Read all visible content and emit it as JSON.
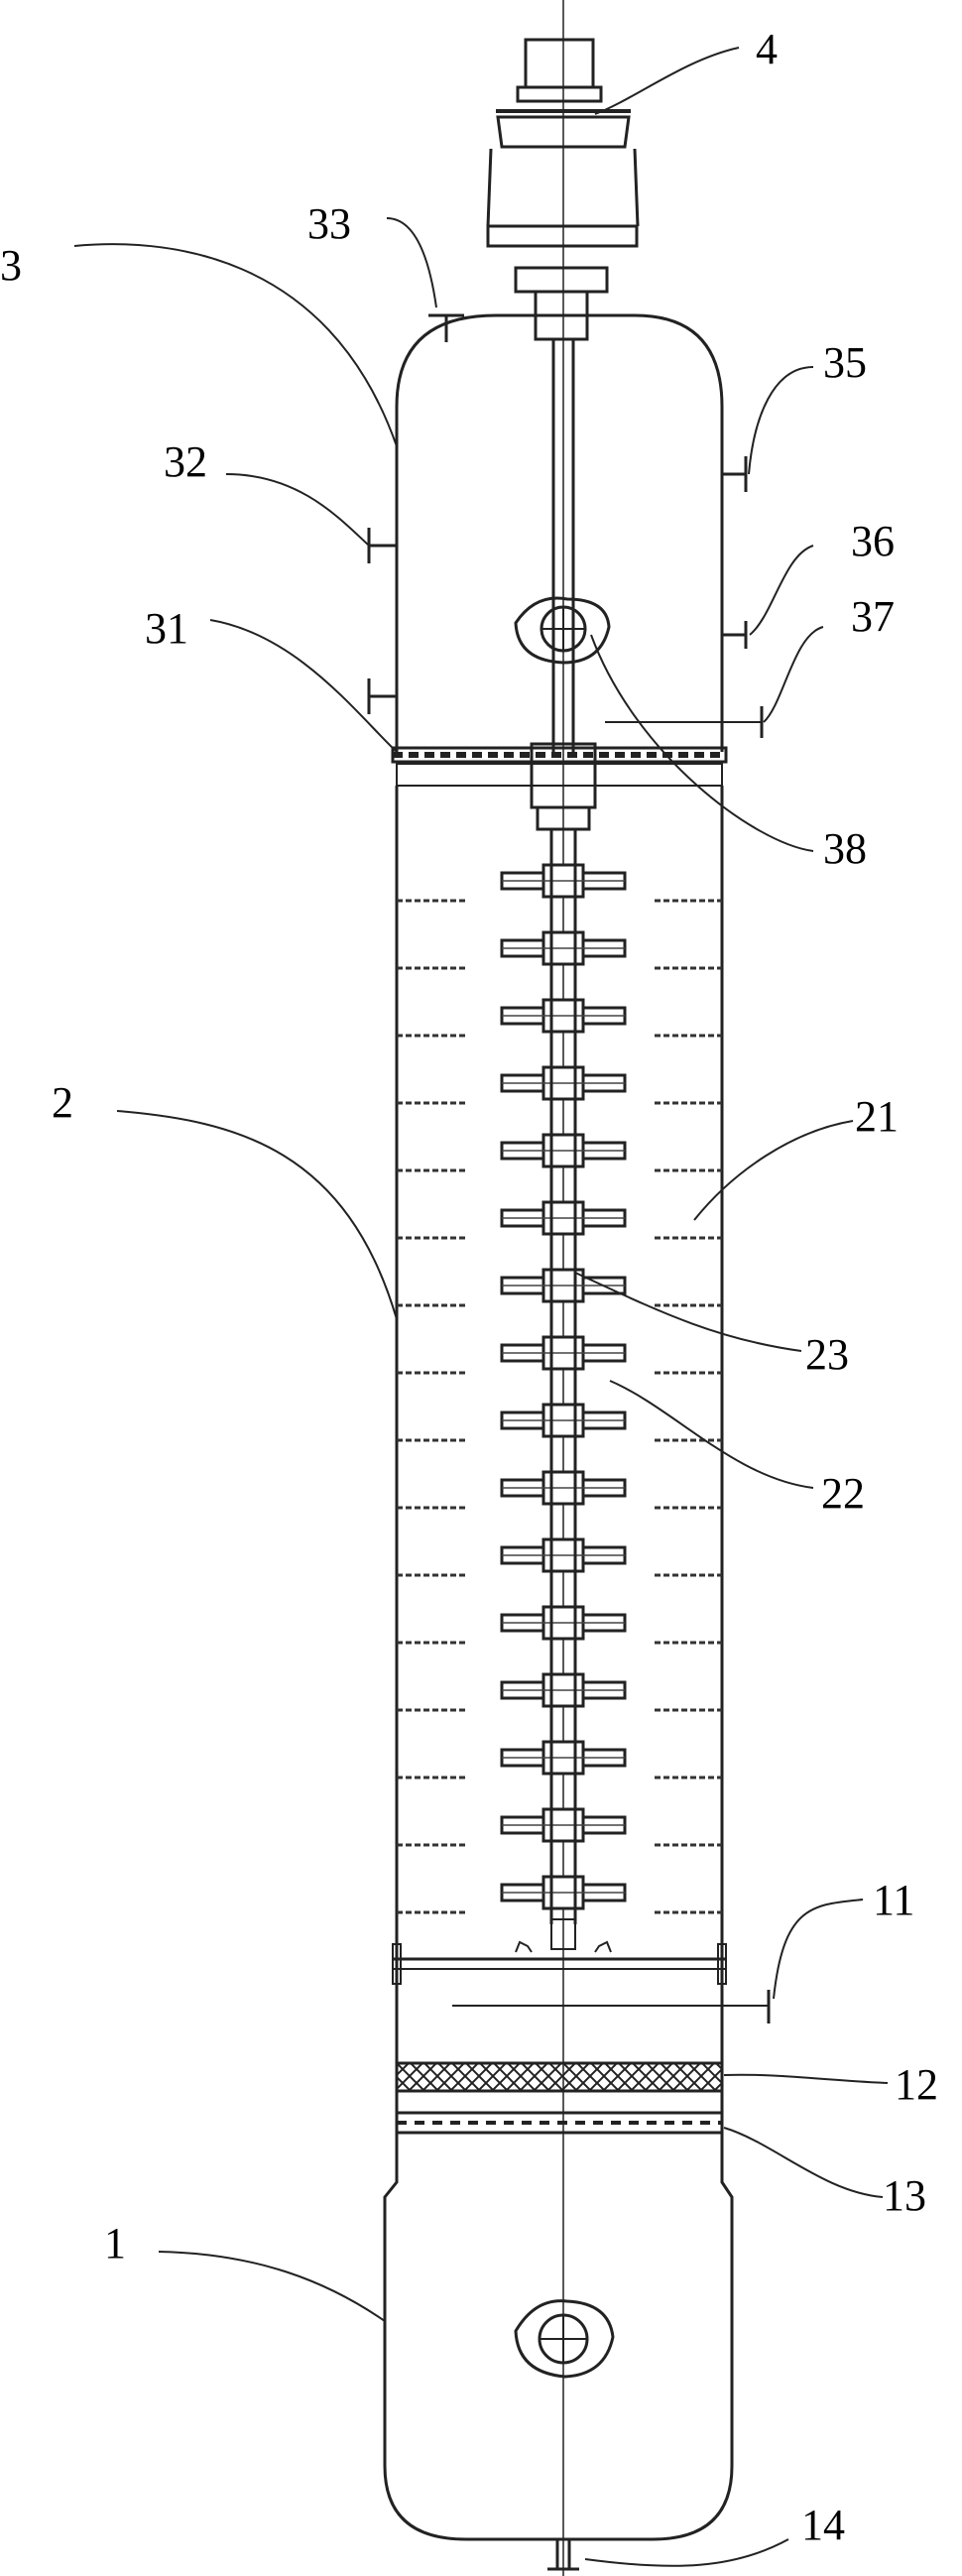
{
  "diagram": {
    "labels": {
      "l1": "1",
      "l2": "2",
      "l3": "3",
      "l4": "4",
      "l11": "11",
      "l12": "12",
      "l13": "13",
      "l14": "14",
      "l21": "21",
      "l22": "22",
      "l23": "23",
      "l31": "31",
      "l32": "32",
      "l33": "33",
      "l35": "35",
      "l36": "36",
      "l37": "37",
      "l38": "38"
    },
    "baffle_count": 16,
    "paddle_count": 16
  }
}
